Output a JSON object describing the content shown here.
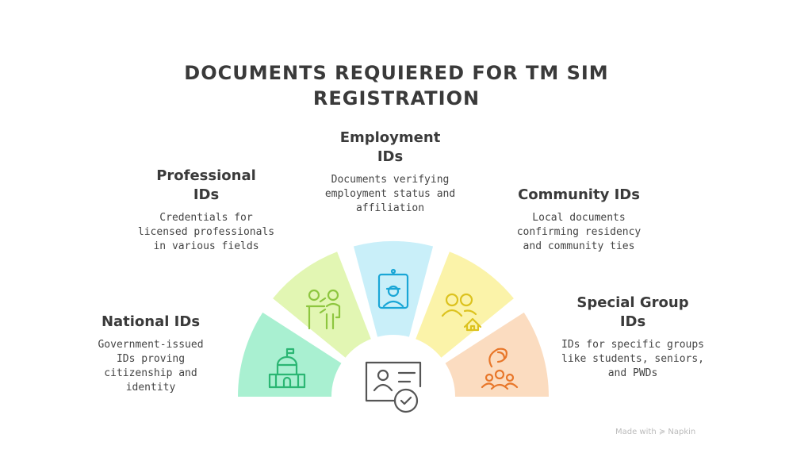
{
  "title_line1": "DOCUMENTS REQUIERED FOR TM SIM",
  "title_line2": "REGISTRATION",
  "categories": [
    {
      "title": "National IDs",
      "desc": "Government-issued IDs proving citizenship and identity",
      "color": "#a9f0d1",
      "icon_color": "#2bb673",
      "icon": "government-building-icon"
    },
    {
      "title": "Professional IDs",
      "desc": "Credentials for licensed professionals in various fields",
      "color": "#e2f6b3",
      "icon_color": "#8dc63f",
      "icon": "teacher-presenting-icon"
    },
    {
      "title": "Employment IDs",
      "desc": "Documents verifying employment status and affiliation",
      "color": "#c9eff9",
      "icon_color": "#1aa6d6",
      "icon": "employee-badge-icon"
    },
    {
      "title": "Community IDs",
      "desc": "Local documents confirming residency and community ties",
      "color": "#fbf3a9",
      "icon_color": "#dcc21e",
      "icon": "community-home-icon"
    },
    {
      "title": "Special Group IDs",
      "desc": "IDs for specific groups like students, seniors, and PWDs",
      "color": "#fbdcc0",
      "icon_color": "#e8772a",
      "icon": "group-hand-icon"
    }
  ],
  "center_icon": "id-card-verified-icon",
  "credit": "Made with ≽ Napkin"
}
